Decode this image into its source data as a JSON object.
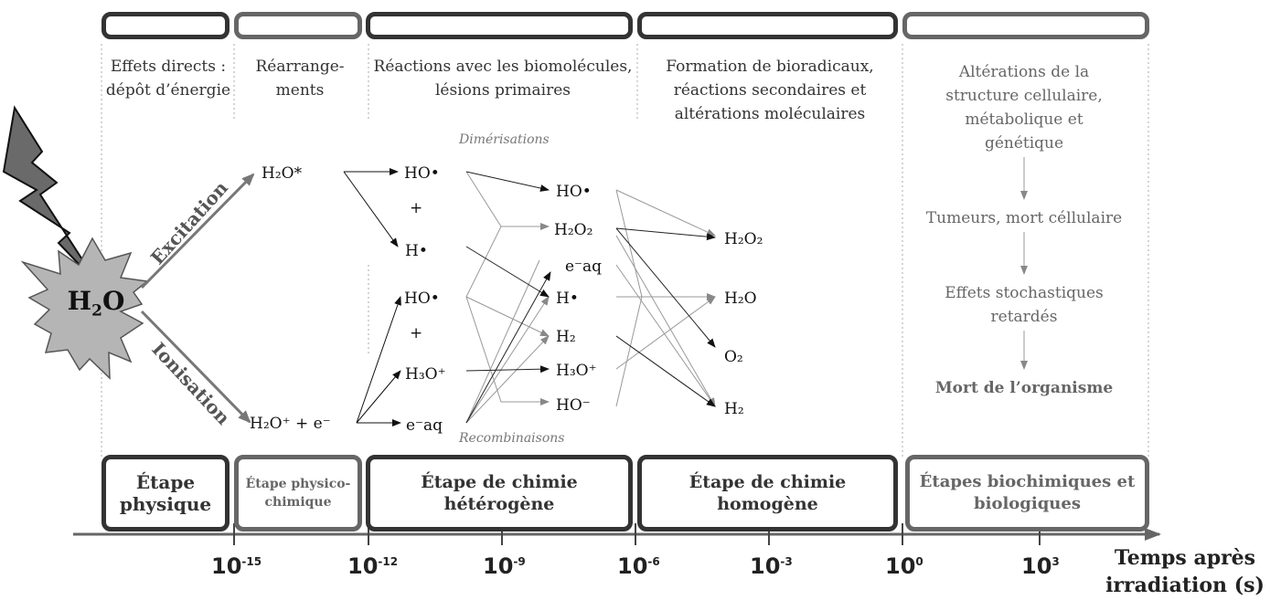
{
  "colors": {
    "dark": "#333333",
    "mid": "#666666",
    "light": "#999999",
    "star": "#b5b5b5",
    "bolt": "#6a6a6a"
  },
  "phases": [
    {
      "description": "Effets directs : dépôt d’énergie",
      "stage": "Étape physique"
    },
    {
      "description": "Réarrange-ments",
      "stage": "Étape physico-chimique"
    },
    {
      "description": "Réactions avec les biomolécules, lésions primaires",
      "stage": "Étape de chimie hétérogène"
    },
    {
      "description": "Formation de bioradicaux, réactions secondaires et altérations moléculaires",
      "stage": "Étape de chimie homogène"
    },
    {
      "description": "Altérations de la structure cellulaire, métabolique et génétique",
      "stage": "Étapes biochimiques et biologiques"
    }
  ],
  "central": {
    "molecule": "H",
    "sub": "2",
    "tail": "O",
    "excitation": "Excitation",
    "ionisation": "Ionisation"
  },
  "species": {
    "h2o_star": "H₂O*",
    "h2o_plus": "H₂O⁺ + e⁻",
    "col1": {
      "ho": "HO•",
      "plus1": "+",
      "h": "H•",
      "ho_b": "HO•",
      "plus2": "+",
      "h3o": "H₃O⁺",
      "eaq": "e⁻aq"
    },
    "col2": {
      "ho": "HO•",
      "h2o2": "H₂O₂",
      "eaq": "e⁻aq",
      "h": "H•",
      "h2": "H₂",
      "h3o": "H₃O⁺",
      "ho_minus": "HO⁻"
    },
    "col3": {
      "h2o2": "H₂O₂",
      "h2o": "H₂O",
      "o2": "O₂",
      "h2": "H₂"
    }
  },
  "notes": {
    "dimerisations": "Dimérisations",
    "recombinaisons": "Recombinaisons"
  },
  "biology": [
    "Tumeurs, mort céllulaire",
    "Effets stochastiques retardés",
    "Mort de l’organisme"
  ],
  "axis": {
    "title": "Temps après irradiation (s)",
    "ticks": [
      {
        "base": "10",
        "exp": "-15"
      },
      {
        "base": "10",
        "exp": "-12"
      },
      {
        "base": "10",
        "exp": "-9"
      },
      {
        "base": "10",
        "exp": "-6"
      },
      {
        "base": "10",
        "exp": "-3"
      },
      {
        "base": "10",
        "exp": "0"
      },
      {
        "base": "10",
        "exp": "3"
      }
    ]
  }
}
